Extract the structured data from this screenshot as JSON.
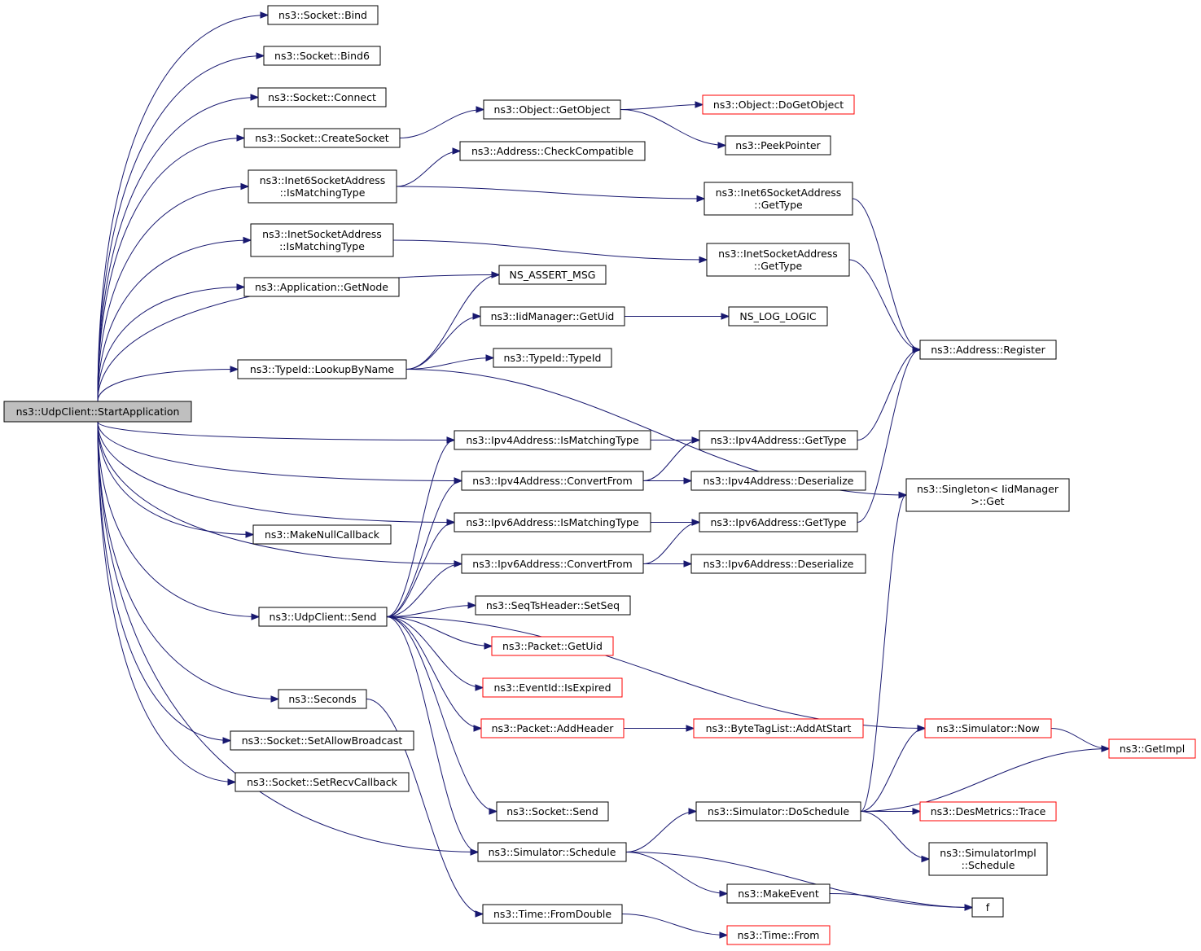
{
  "colors": {
    "edge": "#191970",
    "node_border": "#000000",
    "truncated_node_border": "#ff0000",
    "root_fill": "#bfbfbf",
    "node_fill": "#ffffff"
  },
  "nodes": [
    {
      "id": "startapp",
      "label": [
        "ns3::UdpClient::StartApplication"
      ],
      "root": true
    },
    {
      "id": "bind",
      "label": [
        "ns3::Socket::Bind"
      ]
    },
    {
      "id": "bind6",
      "label": [
        "ns3::Socket::Bind6"
      ]
    },
    {
      "id": "connect",
      "label": [
        "ns3::Socket::Connect"
      ]
    },
    {
      "id": "createsocket",
      "label": [
        "ns3::Socket::CreateSocket"
      ]
    },
    {
      "id": "i6ismatch",
      "label": [
        "ns3::Inet6SocketAddress",
        "::IsMatchingType"
      ]
    },
    {
      "id": "i4ismatch",
      "label": [
        "ns3::InetSocketAddress",
        "::IsMatchingType"
      ]
    },
    {
      "id": "getnode",
      "label": [
        "ns3::Application::GetNode"
      ]
    },
    {
      "id": "lookup",
      "label": [
        "ns3::TypeId::LookupByName"
      ]
    },
    {
      "id": "makenull",
      "label": [
        "ns3::MakeNullCallback"
      ]
    },
    {
      "id": "udpsend",
      "label": [
        "ns3::UdpClient::Send"
      ]
    },
    {
      "id": "seconds",
      "label": [
        "ns3::Seconds"
      ]
    },
    {
      "id": "setbcast",
      "label": [
        "ns3::Socket::SetAllowBroadcast"
      ]
    },
    {
      "id": "setrecv",
      "label": [
        "ns3::Socket::SetRecvCallback"
      ]
    },
    {
      "id": "getobject",
      "label": [
        "ns3::Object::GetObject"
      ]
    },
    {
      "id": "checkcompat",
      "label": [
        "ns3::Address::CheckCompatible"
      ]
    },
    {
      "id": "assertmsg",
      "label": [
        "NS_ASSERT_MSG"
      ]
    },
    {
      "id": "iidgetuid",
      "label": [
        "ns3::IidManager::GetUid"
      ]
    },
    {
      "id": "typeid",
      "label": [
        "ns3::TypeId::TypeId"
      ]
    },
    {
      "id": "ip4ismatch",
      "label": [
        "ns3::Ipv4Address::IsMatchingType"
      ]
    },
    {
      "id": "ip4convert",
      "label": [
        "ns3::Ipv4Address::ConvertFrom"
      ]
    },
    {
      "id": "ip6ismatch",
      "label": [
        "ns3::Ipv6Address::IsMatchingType"
      ]
    },
    {
      "id": "ip6convert",
      "label": [
        "ns3::Ipv6Address::ConvertFrom"
      ]
    },
    {
      "id": "setseq",
      "label": [
        "ns3::SeqTsHeader::SetSeq"
      ]
    },
    {
      "id": "pktgetuid",
      "label": [
        "ns3::Packet::GetUid"
      ],
      "truncated": true
    },
    {
      "id": "isexpired",
      "label": [
        "ns3::EventId::IsExpired"
      ],
      "truncated": true
    },
    {
      "id": "addheader",
      "label": [
        "ns3::Packet::AddHeader"
      ],
      "truncated": true
    },
    {
      "id": "socksend",
      "label": [
        "ns3::Socket::Send"
      ]
    },
    {
      "id": "schedule",
      "label": [
        "ns3::Simulator::Schedule"
      ]
    },
    {
      "id": "fromdouble",
      "label": [
        "ns3::Time::FromDouble"
      ]
    },
    {
      "id": "dogetobject",
      "label": [
        "ns3::Object::DoGetObject"
      ],
      "truncated": true
    },
    {
      "id": "peekpointer",
      "label": [
        "ns3::PeekPointer"
      ]
    },
    {
      "id": "i6gettype",
      "label": [
        "ns3::Inet6SocketAddress",
        "::GetType"
      ]
    },
    {
      "id": "i4gettype",
      "label": [
        "ns3::InetSocketAddress",
        "::GetType"
      ]
    },
    {
      "id": "loglogic",
      "label": [
        "NS_LOG_LOGIC"
      ]
    },
    {
      "id": "ip4gettype",
      "label": [
        "ns3::Ipv4Address::GetType"
      ]
    },
    {
      "id": "ip4deser",
      "label": [
        "ns3::Ipv4Address::Deserialize"
      ]
    },
    {
      "id": "ip6gettype",
      "label": [
        "ns3::Ipv6Address::GetType"
      ]
    },
    {
      "id": "ip6deser",
      "label": [
        "ns3::Ipv6Address::Deserialize"
      ]
    },
    {
      "id": "addatstart",
      "label": [
        "ns3::ByteTagList::AddAtStart"
      ],
      "truncated": true
    },
    {
      "id": "doschedule",
      "label": [
        "ns3::Simulator::DoSchedule"
      ]
    },
    {
      "id": "makeevent",
      "label": [
        "ns3::MakeEvent"
      ]
    },
    {
      "id": "timefrom",
      "label": [
        "ns3::Time::From"
      ],
      "truncated": true
    },
    {
      "id": "register",
      "label": [
        "ns3::Address::Register"
      ]
    },
    {
      "id": "singleton",
      "label": [
        "ns3::Singleton< IidManager",
        " >::Get"
      ]
    },
    {
      "id": "now",
      "label": [
        "ns3::Simulator::Now"
      ],
      "truncated": true
    },
    {
      "id": "desmetrics",
      "label": [
        "ns3::DesMetrics::Trace"
      ],
      "truncated": true
    },
    {
      "id": "simimpl",
      "label": [
        "ns3::SimulatorImpl",
        "::Schedule"
      ]
    },
    {
      "id": "f",
      "label": [
        "f"
      ]
    },
    {
      "id": "getimpl",
      "label": [
        "ns3::GetImpl"
      ],
      "truncated": true
    }
  ],
  "edges": [
    [
      "startapp",
      "bind"
    ],
    [
      "startapp",
      "bind6"
    ],
    [
      "startapp",
      "connect"
    ],
    [
      "startapp",
      "createsocket"
    ],
    [
      "startapp",
      "i6ismatch"
    ],
    [
      "startapp",
      "i4ismatch"
    ],
    [
      "startapp",
      "getnode"
    ],
    [
      "startapp",
      "assertmsg"
    ],
    [
      "startapp",
      "lookup"
    ],
    [
      "startapp",
      "ip4ismatch"
    ],
    [
      "startapp",
      "ip4convert"
    ],
    [
      "startapp",
      "ip6ismatch"
    ],
    [
      "startapp",
      "makenull"
    ],
    [
      "startapp",
      "ip6convert"
    ],
    [
      "startapp",
      "udpsend"
    ],
    [
      "startapp",
      "seconds"
    ],
    [
      "startapp",
      "schedule"
    ],
    [
      "startapp",
      "setbcast"
    ],
    [
      "startapp",
      "setrecv"
    ],
    [
      "createsocket",
      "getobject"
    ],
    [
      "getobject",
      "dogetobject"
    ],
    [
      "getobject",
      "peekpointer"
    ],
    [
      "i6ismatch",
      "checkcompat"
    ],
    [
      "i6ismatch",
      "i6gettype"
    ],
    [
      "i4ismatch",
      "i4gettype"
    ],
    [
      "i6gettype",
      "register"
    ],
    [
      "i4gettype",
      "register"
    ],
    [
      "lookup",
      "assertmsg"
    ],
    [
      "lookup",
      "iidgetuid"
    ],
    [
      "lookup",
      "typeid"
    ],
    [
      "lookup",
      "singleton"
    ],
    [
      "iidgetuid",
      "loglogic"
    ],
    [
      "ip4ismatch",
      "ip4gettype"
    ],
    [
      "ip4gettype",
      "register"
    ],
    [
      "ip4convert",
      "ip4gettype"
    ],
    [
      "ip4convert",
      "ip4deser"
    ],
    [
      "ip6ismatch",
      "ip6gettype"
    ],
    [
      "ip6gettype",
      "register"
    ],
    [
      "ip6convert",
      "ip6gettype"
    ],
    [
      "ip6convert",
      "ip6deser"
    ],
    [
      "udpsend",
      "ip4ismatch"
    ],
    [
      "udpsend",
      "ip4convert"
    ],
    [
      "udpsend",
      "ip6ismatch"
    ],
    [
      "udpsend",
      "ip6convert"
    ],
    [
      "udpsend",
      "setseq"
    ],
    [
      "udpsend",
      "pktgetuid"
    ],
    [
      "udpsend",
      "isexpired"
    ],
    [
      "udpsend",
      "addheader"
    ],
    [
      "udpsend",
      "now"
    ],
    [
      "udpsend",
      "socksend"
    ],
    [
      "udpsend",
      "schedule"
    ],
    [
      "addheader",
      "addatstart"
    ],
    [
      "seconds",
      "fromdouble"
    ],
    [
      "fromdouble",
      "timefrom"
    ],
    [
      "schedule",
      "doschedule"
    ],
    [
      "schedule",
      "makeevent"
    ],
    [
      "schedule",
      "f"
    ],
    [
      "makeevent",
      "f"
    ],
    [
      "doschedule",
      "singleton"
    ],
    [
      "doschedule",
      "now"
    ],
    [
      "doschedule",
      "getimpl"
    ],
    [
      "doschedule",
      "desmetrics"
    ],
    [
      "doschedule",
      "simimpl"
    ],
    [
      "now",
      "getimpl"
    ]
  ]
}
